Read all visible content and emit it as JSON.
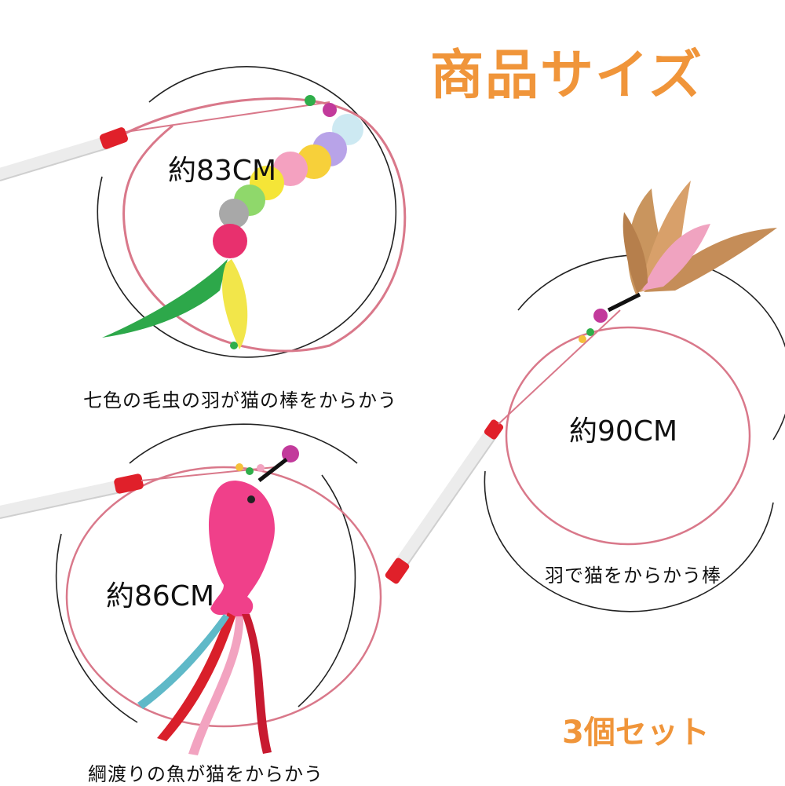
{
  "title": "商品サイズ",
  "set_label": "3個セット",
  "toys": [
    {
      "size": "約83CM",
      "caption": "七色の毛虫の羽が猫の棒をからかう"
    },
    {
      "size": "約90CM",
      "caption": "羽で猫をからかう棒"
    },
    {
      "size": "約86CM",
      "caption": "綱渡りの魚が猫をからかう"
    }
  ],
  "colors": {
    "accent": "#f0953a",
    "wire": "#d9788a",
    "handle_cap": "#e0202a",
    "fish": "#f0408a"
  }
}
